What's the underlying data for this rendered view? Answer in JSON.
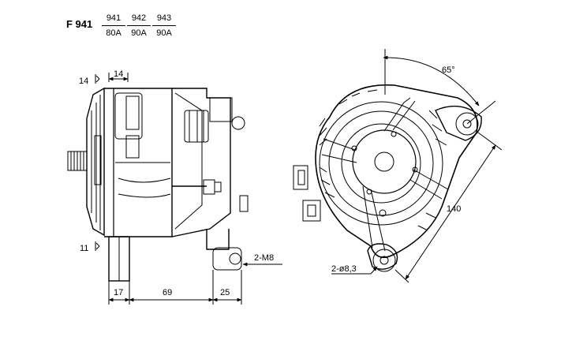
{
  "header": {
    "model": "F 941",
    "variants": [
      {
        "number": "941",
        "rating": "80A"
      },
      {
        "number": "942",
        "rating": "90A"
      },
      {
        "number": "943",
        "rating": "90A"
      }
    ]
  },
  "dimensions": {
    "top_offset": "14",
    "top_flange": "14",
    "bottom_offset": "11",
    "left_width": "17",
    "body_length": "69",
    "right_width": "25",
    "thread": "2-M8",
    "hole_spec": "2-ø8,3",
    "angle": "65°",
    "hole_distance": "140"
  }
}
